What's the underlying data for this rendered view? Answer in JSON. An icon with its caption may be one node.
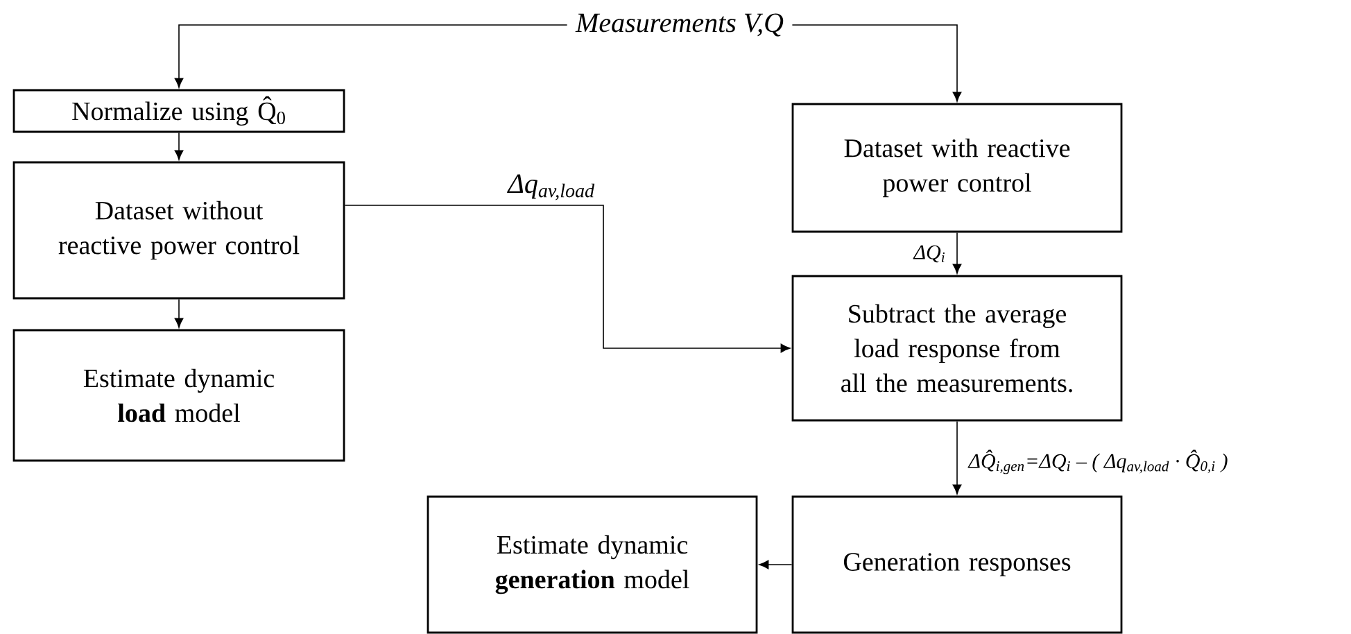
{
  "diagram": {
    "nodes": [
      {
        "text": [
          "Measurements V,Q"
        ]
      },
      {
        "text": [
          "Normalize using Q̂$_{0}$"
        ]
      },
      {
        "text": [
          "Dataset without reactive power control"
        ]
      },
      {
        "text": [
          "Estimate dynamic **load** model"
        ]
      },
      {
        "text": [
          "Dataset with reactive power control"
        ]
      },
      {
        "text": [
          "Subtract the average load response from all the measurements."
        ]
      },
      {
        "text": [
          "Generation responses"
        ]
      },
      {
        "text": [
          "Estimate dynamic **generation** model"
        ]
      }
    ],
    "edges": [
      {
        "from": 0,
        "to": 1,
        "arrow": "to"
      },
      {
        "from": 0,
        "to": 4,
        "arrow": "to"
      },
      {
        "from": 1,
        "to": 2,
        "arrow": "to"
      },
      {
        "from": 2,
        "to": 3,
        "arrow": "to"
      },
      {
        "from": 2,
        "to": 5,
        "arrow": "to",
        "label": "Δq$_{av,load}$"
      },
      {
        "from": 4,
        "to": 5,
        "arrow": "to",
        "label": "ΔQ$_{i}$"
      },
      {
        "from": 5,
        "to": 6,
        "arrow": "to",
        "label": "ΔQ̂$_{i,gen}$=ΔQ$_{i}$ – ( Δq$_{av,load}$ · Q̂$_{0,i}$ )"
      },
      {
        "from": 6,
        "to": 7,
        "arrow": "to"
      }
    ]
  }
}
